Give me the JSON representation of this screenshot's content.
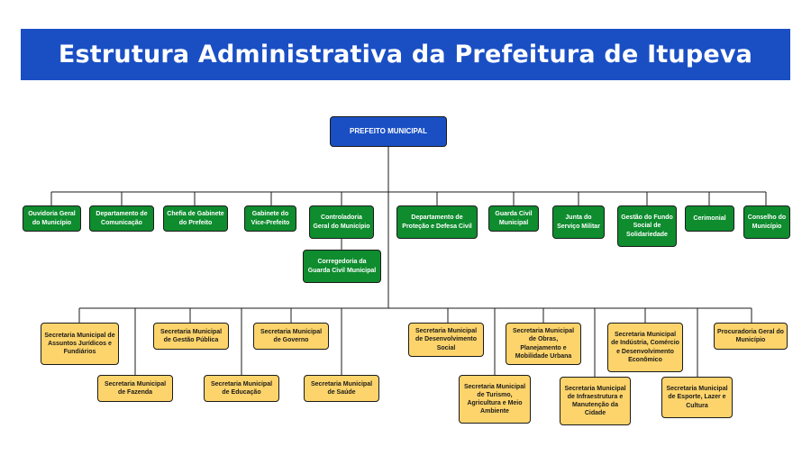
{
  "title": "Estrutura Administrativa da Prefeitura de Itupeva",
  "colors": {
    "header": "#1a4fc4",
    "top_box": "#1a4fc4",
    "dept_box": "#0e8c2e",
    "secretaria_box": "#fdd46b",
    "line": "#1b1b1b"
  },
  "root": "PREFEITO MUNICIPAL",
  "departments": [
    "Ouvidoria Geral do Município",
    "Departamento de Comunicação",
    "Chefia de Gabinete do Prefeito",
    "Gabinete do Vice-Prefeito",
    "Controladoria Geral do Município",
    "Corregedoria da Guarda Civil Municipal",
    "Departamento de Proteção e Defesa Civil",
    "Guarda Civil Municipal",
    "Junta do Serviço Militar",
    "Gestão do Fundo Social de Solidariedade",
    "Cerimonial",
    "Conselho do Município"
  ],
  "secretarias": [
    "Secretaria Municipal de Assuntos Jurídicos e Fundiários",
    "Secretaria Municipal de Fazenda",
    "Secretaria Municipal de Gestão Pública",
    "Secretaria Municipal de Educação",
    "Secretaria Municipal de Governo",
    "Secretaria Municipal de Saúde",
    "Secretaria Municipal de Desenvolvimento Social",
    "Secretaria Municipal de Turismo, Agricultura e Meio Ambiente",
    "Secretaria Municipal de Obras, Planejamento e Mobilidade Urbana",
    "Secretaria Municipal de Infraestrutura e Manutenção da Cidade",
    "Secretaria Municipal de Indústria, Comércio e Desenvolvimento Econômico",
    "Secretaria Municipal de Esporte, Lazer e Cultura",
    "Procuradoria Geral do Município"
  ]
}
